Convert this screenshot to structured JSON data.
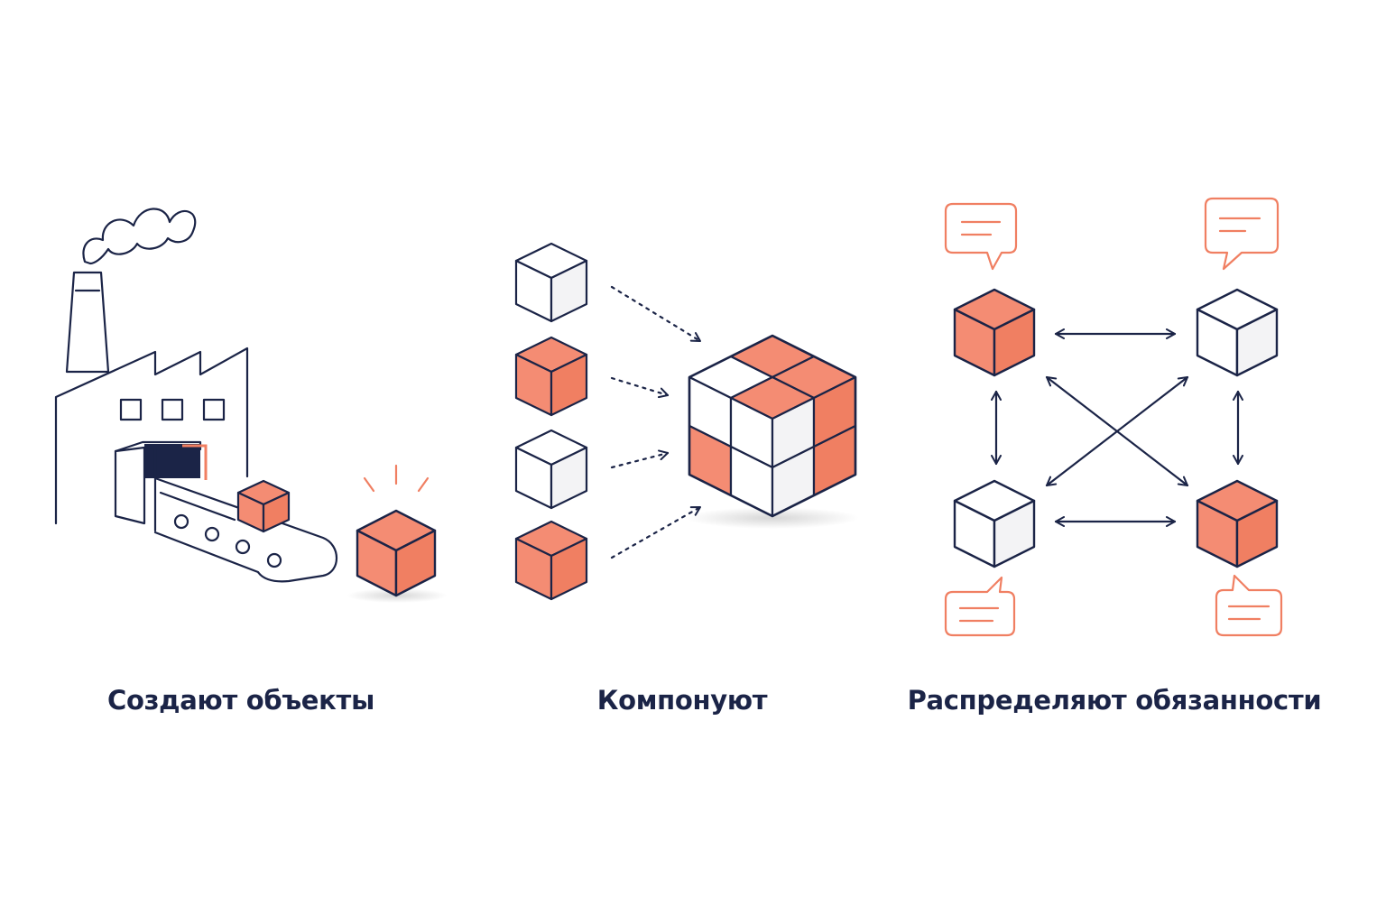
{
  "captions": {
    "create": "Создают объекты",
    "compose": "Компонуют",
    "distribute": "Распределяют обязанности"
  },
  "colors": {
    "navy": "#1b2447",
    "accent": "#f48c73",
    "accent_line": "#f07f62",
    "white_side": "#f3f3f5",
    "background": "#ffffff"
  },
  "icons": {
    "panel_1": [
      "factory-icon",
      "smoke-icon",
      "conveyor-belt-icon",
      "cube-icon",
      "sparkle-icon"
    ],
    "panel_2": [
      "cube-icon",
      "dotted-arrow-icon",
      "composite-cube-icon"
    ],
    "panel_3": [
      "cube-icon",
      "double-arrow-icon",
      "speech-bubble-icon"
    ]
  }
}
